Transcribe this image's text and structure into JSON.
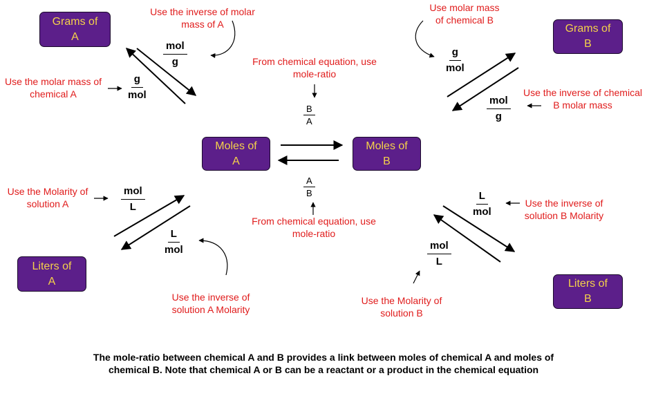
{
  "boxes": {
    "grams_a": [
      "Grams of",
      "A"
    ],
    "grams_b": [
      "Grams of",
      "B"
    ],
    "moles_a": [
      "Moles of",
      "A"
    ],
    "moles_b": [
      "Moles of",
      "B"
    ],
    "liters_a": [
      "Liters of",
      "A"
    ],
    "liters_b": [
      "Liters of",
      "B"
    ]
  },
  "fractions": {
    "grams_a_inverse": {
      "num": "mol",
      "den": "g"
    },
    "grams_a_molar": {
      "num": "g",
      "den": "mol"
    },
    "grams_b_molar": {
      "num": "g",
      "den": "mol"
    },
    "grams_b_inverse": {
      "num": "mol",
      "den": "g"
    },
    "ratio_b_over_a": {
      "num": "B",
      "den": "A"
    },
    "ratio_a_over_b": {
      "num": "A",
      "den": "B"
    },
    "liters_a_molarity": {
      "num": "mol",
      "den": "L"
    },
    "liters_a_inverse": {
      "num": "L",
      "den": "mol"
    },
    "liters_b_inverse": {
      "num": "L",
      "den": "mol"
    },
    "liters_b_molarity": {
      "num": "mol",
      "den": "L"
    }
  },
  "notes": {
    "inverse_molar_a": [
      "Use the inverse of molar",
      "mass of A"
    ],
    "molar_mass_a": [
      "Use the molar mass of",
      "chemical A"
    ],
    "molar_mass_b": [
      "Use molar mass",
      "of chemical B"
    ],
    "inverse_molar_b": [
      "Use the inverse of chemical",
      "B molar mass"
    ],
    "mole_ratio_top": [
      "From chemical equation, use",
      "mole-ratio"
    ],
    "mole_ratio_bottom": [
      "From chemical equation, use",
      "mole-ratio"
    ],
    "molarity_a": [
      "Use the Molarity of",
      "solution A"
    ],
    "inverse_molarity_a": [
      "Use the inverse of",
      "solution A Molarity"
    ],
    "inverse_molarity_b": [
      "Use the inverse of",
      "solution B Molarity"
    ],
    "molarity_b": [
      "Use the Molarity of",
      "solution B"
    ]
  },
  "caption": [
    "The mole-ratio between chemical A and B provides a link between moles of chemical A  and moles of",
    "chemical B. Note that chemical A or B can be a reactant or a product in the chemical equation"
  ],
  "colors": {
    "box_fill": "#5c1f8a",
    "box_text": "#f5d24a",
    "note_text": "#e01b1b",
    "arrow": "#000000"
  }
}
